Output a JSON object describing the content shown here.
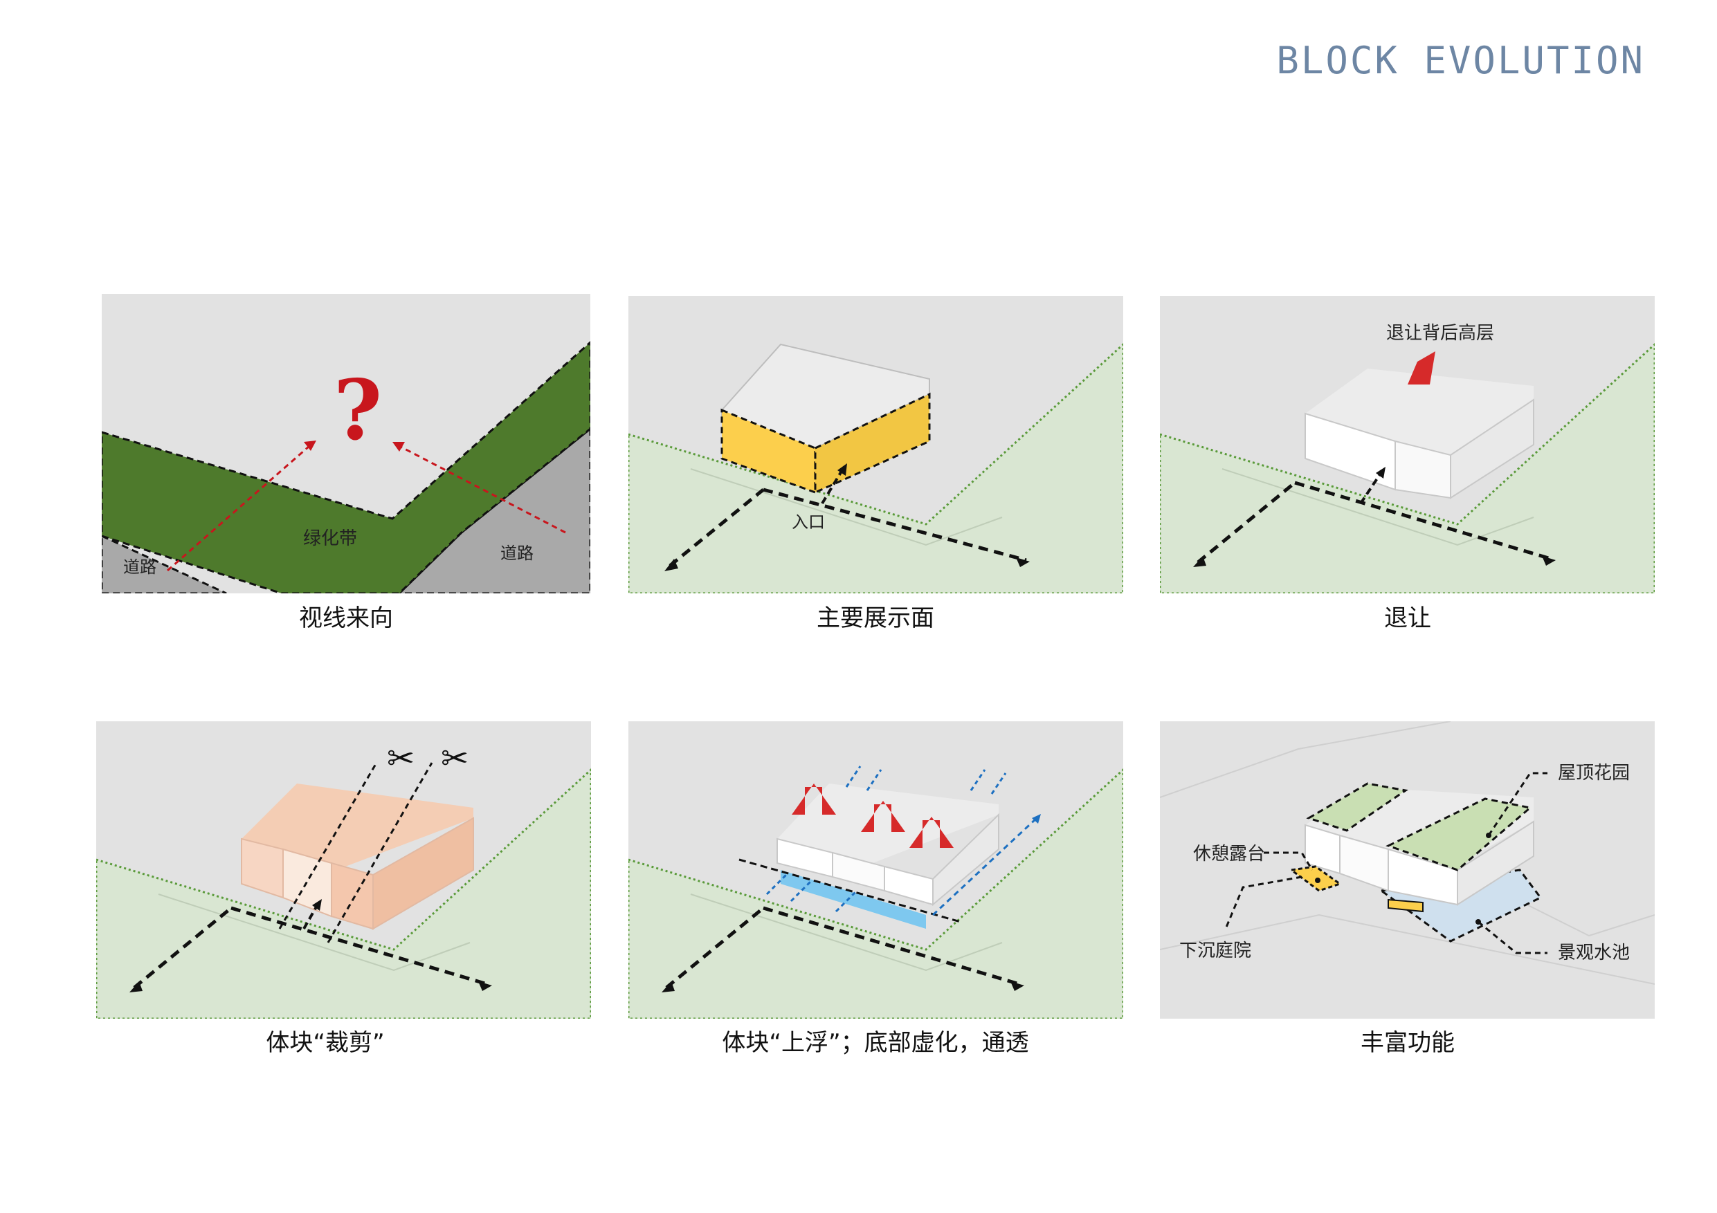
{
  "title": "BLOCK EVOLUTION",
  "panels": [
    {
      "caption": "视线来向",
      "labels": {
        "green": "绿化带",
        "road_left": "道路",
        "road_right": "道路",
        "question": "?"
      }
    },
    {
      "caption": "主要展示面",
      "labels": {
        "entrance": "入口"
      }
    },
    {
      "caption": "退让",
      "labels": {
        "setback": "退让背后高层"
      }
    },
    {
      "caption": "体块“裁剪”",
      "labels": {}
    },
    {
      "caption": "体块“上浮”；底部虚化，通透",
      "labels": {}
    },
    {
      "caption": "丰富功能",
      "labels": {
        "roof": "屋顶花园",
        "terrace": "休憩露台",
        "sunken": "下沉庭院",
        "pool": "景观水池"
      }
    }
  ],
  "colors": {
    "green_belt": "#4e7a2c",
    "road": "#a9a9a9",
    "highlight": "#fccf4c",
    "arrow_red": "#c8161d",
    "light_green": "#d9e6d2",
    "blue": "#7ec8ef"
  }
}
